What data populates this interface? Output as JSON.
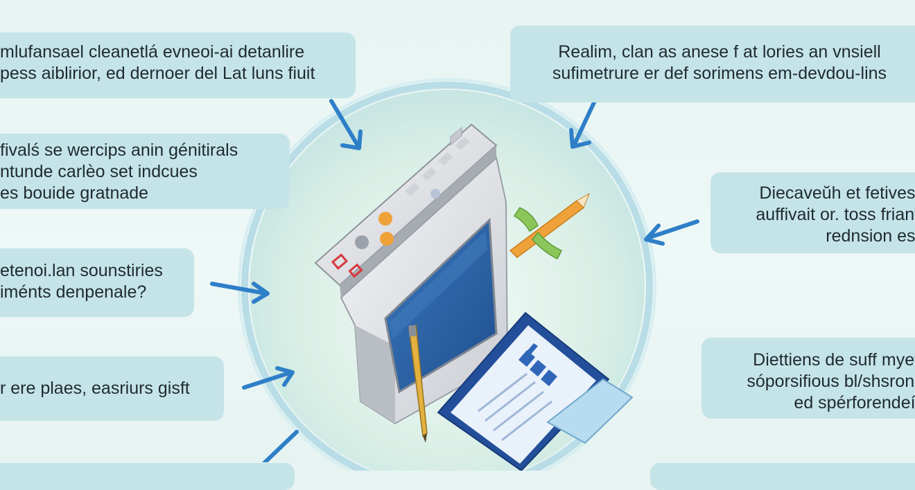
{
  "callouts": {
    "top_left": [
      "mlufansael cleanetlá evneoi-ai detanlire",
      "pess aiblirior, ed dernoer del Lat luns fiuit"
    ],
    "mid_left": [
      "fivalś se wercips anin génitirals",
      "ntunde carlèo set indcues",
      "es bouide gratnade"
    ],
    "lower_left": [
      "etenoi.lan sounstiries",
      "iménts denpenale?"
    ],
    "bottom_left": [
      "r ere plaes, easriurs gisft"
    ],
    "top_right": [
      "Realim, clan as anese f at lories an vnsiell",
      "sufimetrure er def sorimens em-devdou-lins"
    ],
    "mid_right": [
      "Diecaveŭh et fetives s",
      "auffivait or. toss friante",
      "rednsion es y"
    ],
    "lower_right": [
      "Diettiens de suff myete",
      "sóporsifious bl/shsron o",
      "ed spérforendeí s"
    ]
  },
  "colors": {
    "callout_bg": "#c5e4e8",
    "arrow": "#2f7fc8",
    "ring": "#b9dde6",
    "monitor_screen": "#2b63a6",
    "accent_orange": "#f0a23a"
  },
  "icons": [
    "arrow-icon",
    "monitor-icon",
    "tablet-document-icon",
    "pencil-icon",
    "wrench-icon"
  ]
}
